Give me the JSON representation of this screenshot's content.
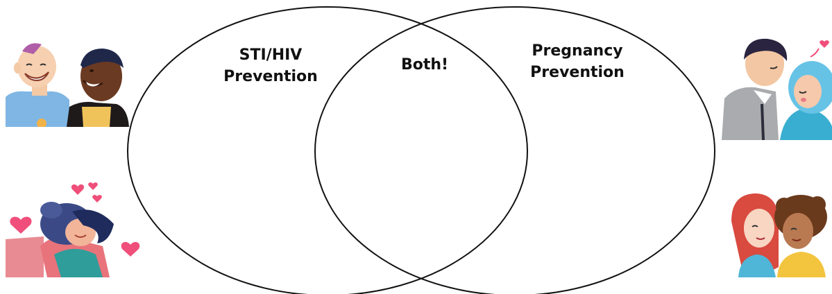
{
  "diagram": {
    "type": "venn",
    "left_set": {
      "line1": "STI/HIV",
      "line2": "Prevention"
    },
    "overlap": {
      "label": "Both!"
    },
    "right_set": {
      "line1": "Pregnancy",
      "line2": "Prevention"
    }
  },
  "colors": {
    "background": "#ffffff",
    "outline": "#111111",
    "heart": "#ef4f7a"
  },
  "illustrations": [
    {
      "name": "couple-two-men",
      "position": "top-left"
    },
    {
      "name": "couple-hugging-hearts",
      "position": "bottom-left"
    },
    {
      "name": "couple-man-woman-hijab",
      "position": "top-right"
    },
    {
      "name": "couple-two-women",
      "position": "bottom-right"
    }
  ]
}
